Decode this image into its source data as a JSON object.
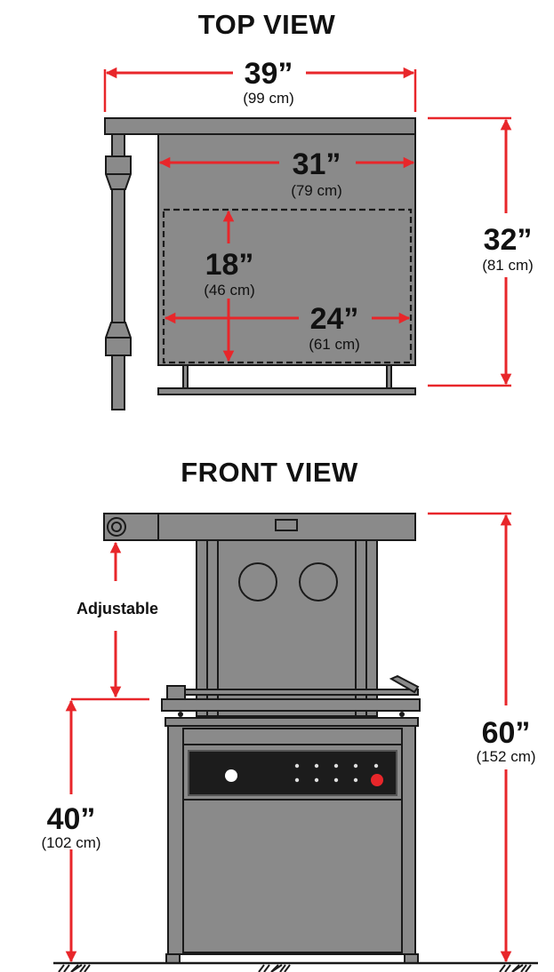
{
  "top_view": {
    "title": "TOP VIEW",
    "width_overall": {
      "inches": "39”",
      "cm": "(99 cm)"
    },
    "width_inner": {
      "inches": "31”",
      "cm": "(79 cm)"
    },
    "depth": {
      "inches": "32”",
      "cm": "(81 cm)"
    },
    "chamber_depth": {
      "inches": "18”",
      "cm": "(46 cm)"
    },
    "chamber_width": {
      "inches": "24”",
      "cm": "(61 cm)"
    }
  },
  "front_view": {
    "title": "FRONT VIEW",
    "adjustable_label": "Adjustable",
    "overall_height": {
      "inches": "60”",
      "cm": "(152 cm)"
    },
    "table_height": {
      "inches": "40”",
      "cm": "(102 cm)"
    }
  },
  "colors": {
    "machine_fill": "#8a8a8a",
    "machine_stroke": "#1a1a1a",
    "dimension_red": "#e8262a",
    "panel_black": "#1c1c1c",
    "indicator_red": "#e8262a"
  }
}
